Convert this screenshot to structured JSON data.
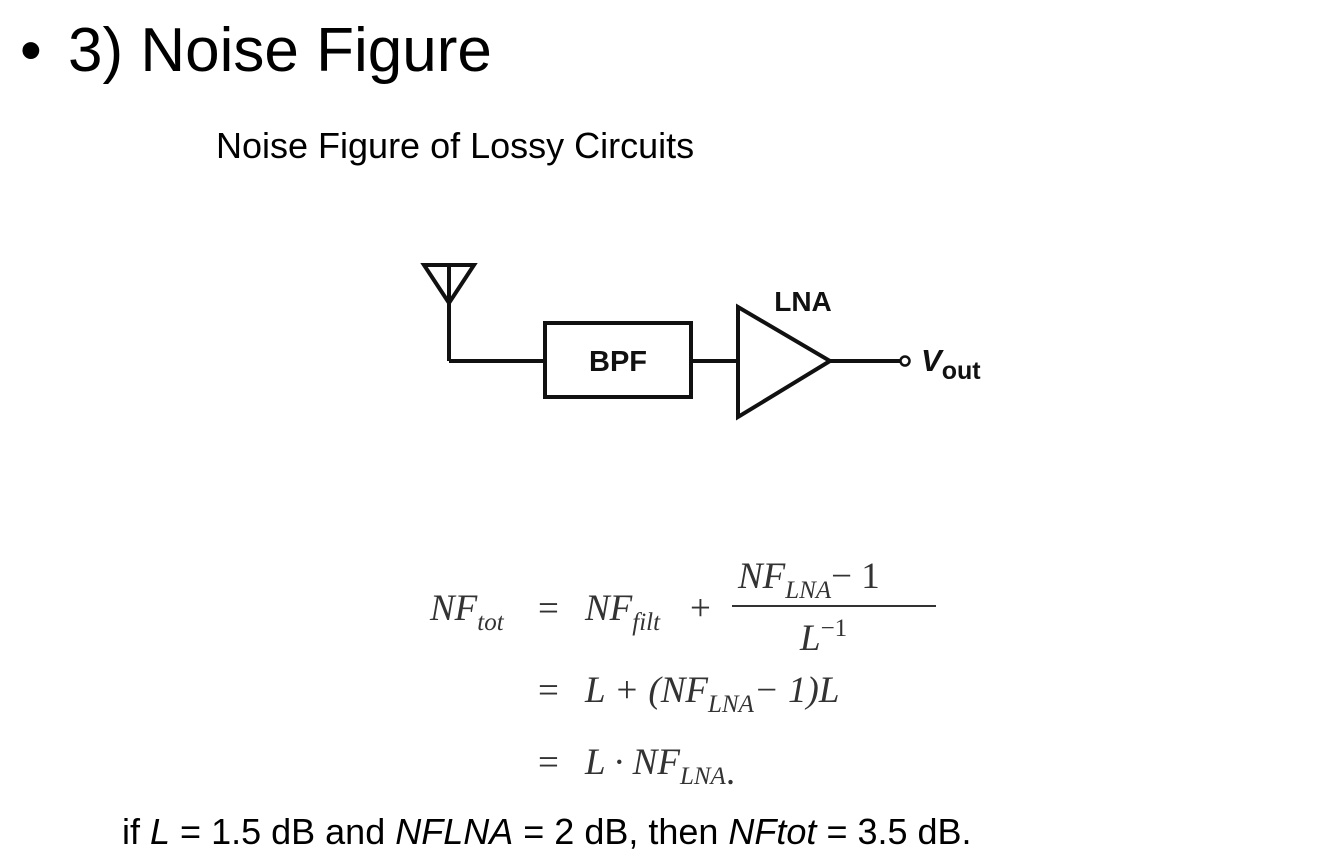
{
  "slide": {
    "bullet": "•",
    "title": "3) Noise Figure",
    "subtitle": "Noise Figure of Lossy Circuits"
  },
  "circuit": {
    "filter_label": "BPF",
    "amp_label": "LNA",
    "output_label_main": "V",
    "output_label_sub": "out"
  },
  "equation": {
    "lhs_main": "NF",
    "lhs_sub": "tot",
    "eq": "=",
    "term1_main": "NF",
    "term1_sub": "filt",
    "plus": "+",
    "num_main": "NF",
    "num_sub": "LNA",
    "num_minus_one": "− 1",
    "den_main": "L",
    "den_sup": "−1",
    "line2_a": "L + (NF",
    "line2_sub": "LNA",
    "line2_b": "− 1)L",
    "line3_a": "L · NF",
    "line3_sub": "LNA",
    "line3_end": "."
  },
  "example": {
    "t1": "if ",
    "v1": "L",
    "t2": " = 1.5 dB and ",
    "v2": "NFLNA",
    "t3": " = 2 dB, then ",
    "v3": "NFtot",
    "t4": " = 3.5 dB."
  }
}
